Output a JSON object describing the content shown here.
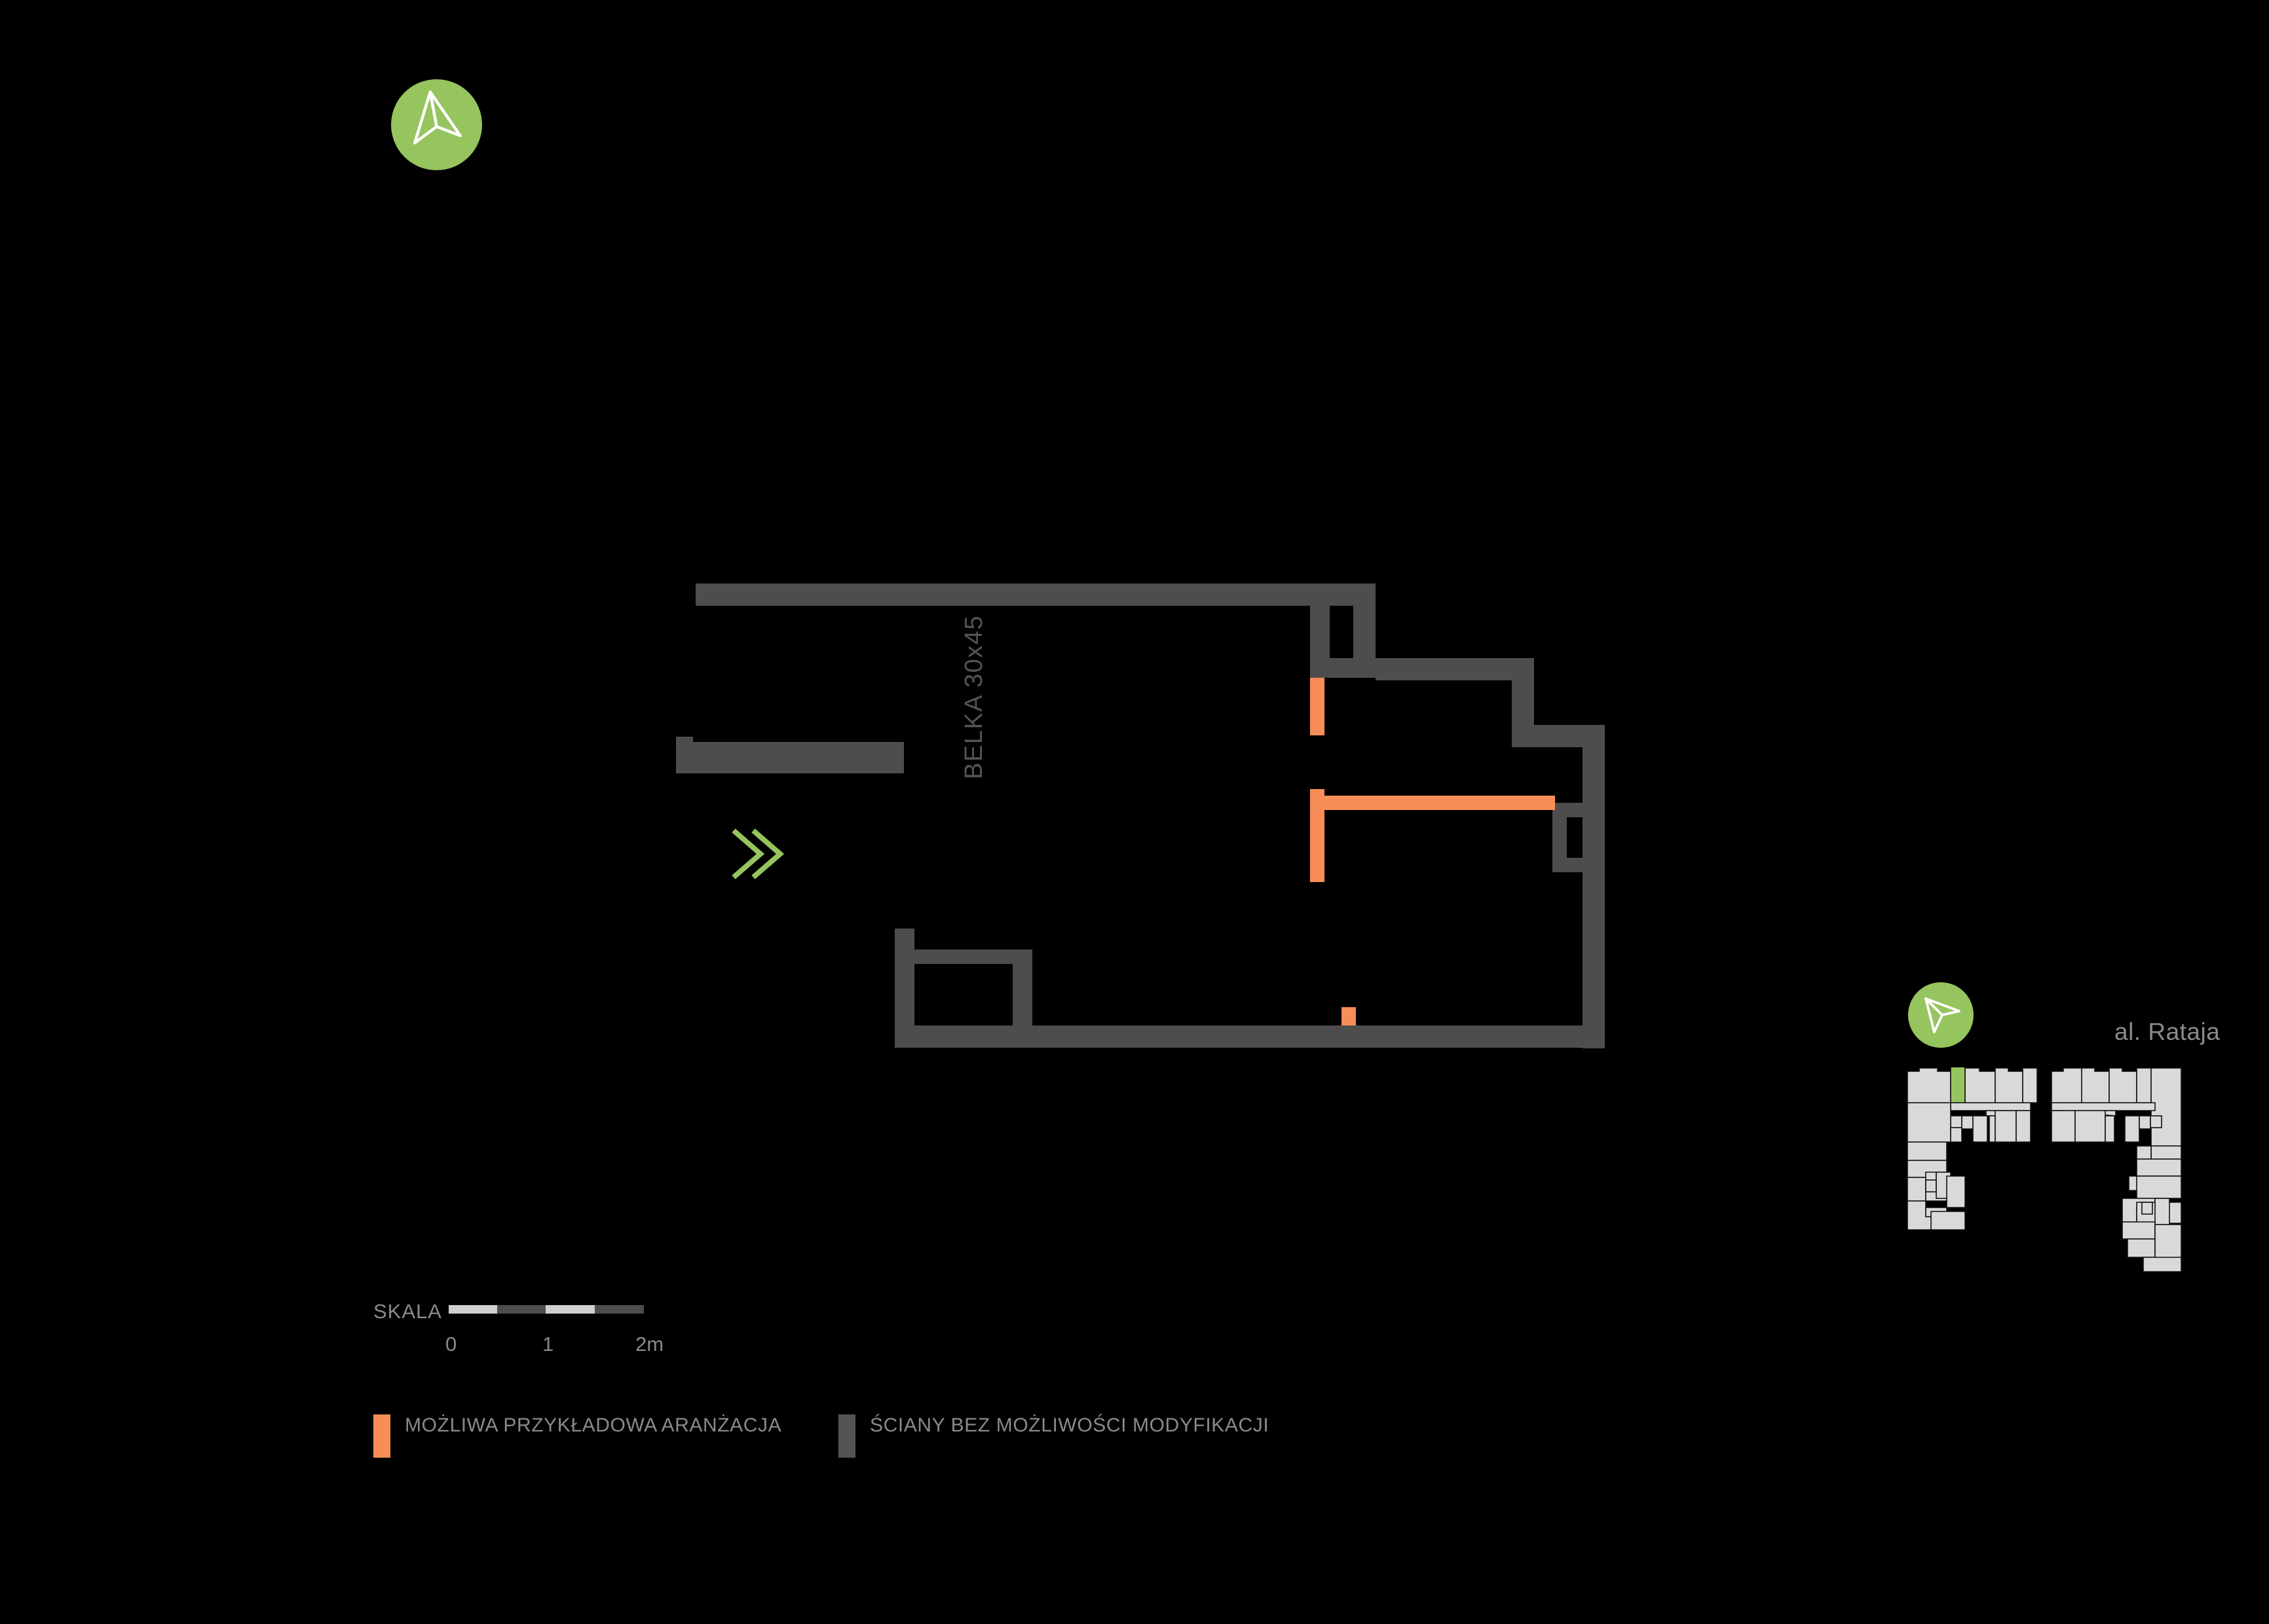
{
  "colors": {
    "background": "#000000",
    "wall": "#4d4d4d",
    "accent_orange": "#f98d58",
    "accent_green": "#96c45e",
    "text_gray": "#8a8a8a",
    "minimap_unit": "#d9d9d9",
    "minimap_highlight": "#96c45e"
  },
  "plan": {
    "beam_label": "BELKA 30x45",
    "direction_marker": "double-chevron-right"
  },
  "scale": {
    "label": "SKALA",
    "ticks": [
      "0",
      "1",
      "2m"
    ],
    "segments": [
      "light",
      "dark",
      "light",
      "dark"
    ]
  },
  "legend": {
    "items": [
      {
        "swatch": "#f98d58",
        "label": "MOŻLIWA PRZYKŁADOWA ARANŻACJA"
      },
      {
        "swatch": "#545454",
        "label": "ŚCIANY BEZ MOŻLIWOŚCI MODYFIKACJI"
      }
    ]
  },
  "minimap": {
    "street_label": "al. Rataja",
    "compass": "north-arrow"
  },
  "compass": {
    "main": "north-arrow"
  }
}
